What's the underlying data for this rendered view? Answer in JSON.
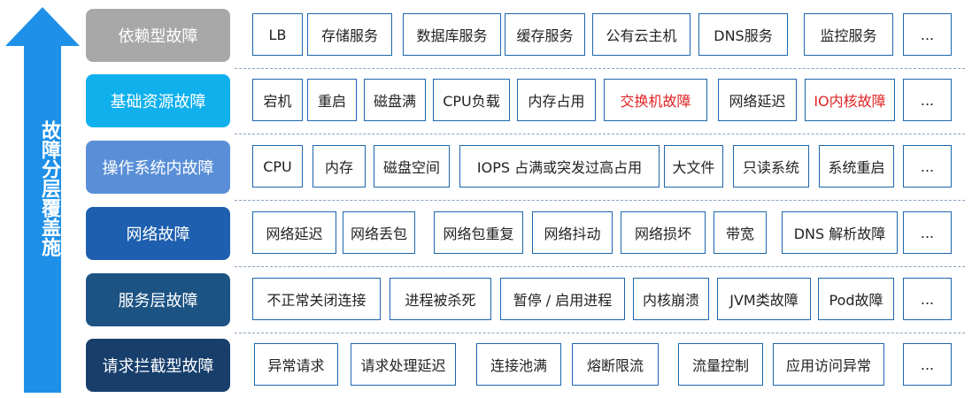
{
  "side_label": "故障分层覆盖施",
  "colors": {
    "arrow": "#1e90e8",
    "item_border": "#1c66ad",
    "highlight_text": "#e02424"
  },
  "rows": [
    {
      "category": "依赖型故障",
      "color": "#a8a8a8",
      "items": [
        {
          "label": "LB"
        },
        {
          "label": "存储服务"
        },
        {
          "label": "数据库服务"
        },
        {
          "label": "缓存服务"
        },
        {
          "label": "公有云主机"
        },
        {
          "label": "DNS服务"
        },
        {
          "label": "监控服务"
        },
        {
          "label": "..."
        }
      ]
    },
    {
      "category": "基础资源故障",
      "color": "#0fb0ec",
      "items": [
        {
          "label": "宕机"
        },
        {
          "label": "重启"
        },
        {
          "label": "磁盘满"
        },
        {
          "label": "CPU负载"
        },
        {
          "label": "内存占用"
        },
        {
          "label": "交换机故障",
          "highlight": true
        },
        {
          "label": "网络延迟"
        },
        {
          "label": "IO内核故障",
          "highlight": true
        },
        {
          "label": "..."
        }
      ]
    },
    {
      "category": "操作系统内故障",
      "color": "#5a8fd8",
      "items": [
        {
          "label": "CPU"
        },
        {
          "label": "内存"
        },
        {
          "label": "磁盘空间"
        },
        {
          "label": "IOPS 占满或突发过高占用"
        },
        {
          "label": "大文件"
        },
        {
          "label": "只读系统"
        },
        {
          "label": "系统重启"
        },
        {
          "label": "..."
        }
      ]
    },
    {
      "category": "网络故障",
      "color": "#1e5faf",
      "items": [
        {
          "label": "网络延迟"
        },
        {
          "label": "网络丢包"
        },
        {
          "label": "网络包重复"
        },
        {
          "label": "网络抖动"
        },
        {
          "label": "网络损坏"
        },
        {
          "label": "带宽"
        },
        {
          "label": "DNS 解析故障"
        },
        {
          "label": "..."
        }
      ]
    },
    {
      "category": "服务层故障",
      "color": "#1c5383",
      "items": [
        {
          "label": "不正常关闭连接"
        },
        {
          "label": "进程被杀死"
        },
        {
          "label": "暂停 / 启用进程"
        },
        {
          "label": "内核崩溃"
        },
        {
          "label": "JVM类故障"
        },
        {
          "label": "Pod故障"
        },
        {
          "label": "..."
        }
      ]
    },
    {
      "category": "请求拦截型故障",
      "color": "#183f6c",
      "items": [
        {
          "label": "异常请求"
        },
        {
          "label": "请求处理延迟"
        },
        {
          "label": "连接池满"
        },
        {
          "label": "熔断限流"
        },
        {
          "label": "流量控制"
        },
        {
          "label": "应用访问异常"
        },
        {
          "label": "..."
        }
      ]
    }
  ]
}
